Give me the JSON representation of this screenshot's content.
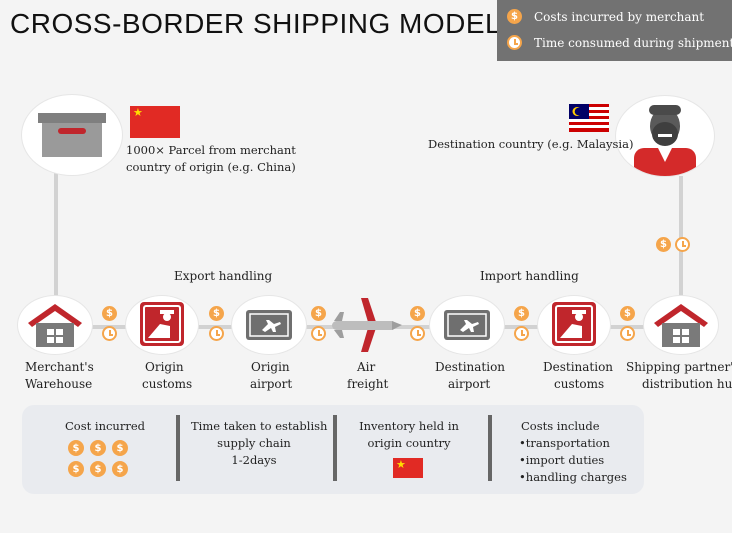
{
  "title": "CROSS-BORDER SHIPPING MODEL",
  "legend": {
    "cost_label": "Costs incurred by merchant",
    "time_label": "Time consumed during shipment"
  },
  "colors": {
    "accent_orange": "#f5a54b",
    "brand_red": "#c0262c",
    "line_gray": "#d2d2d2",
    "legend_bg": "#727272"
  },
  "origin": {
    "line1": "1000× Parcel from merchant",
    "line2": "country of origin (e.g. China)"
  },
  "destination": {
    "label": "Destination country (e.g. Malaysia)"
  },
  "phases": {
    "export": "Export handling",
    "import": "Import  handling"
  },
  "nodes": [
    {
      "line1": "Merchant's",
      "line2": "Warehouse",
      "icon": "warehouse-icon"
    },
    {
      "line1": "Origin",
      "line2": "customs",
      "icon": "customs-icon"
    },
    {
      "line1": "Origin",
      "line2": "airport",
      "icon": "airport-ticket-icon"
    },
    {
      "line1": "Air",
      "line2": "freight",
      "icon": "airplane-icon"
    },
    {
      "line1": "Destination",
      "line2": "airport",
      "icon": "airport-ticket-icon"
    },
    {
      "line1": "Destination",
      "line2": "customs",
      "icon": "customs-icon"
    },
    {
      "line1": "Shipping partner's",
      "line2": "distribution hub",
      "icon": "warehouse-icon"
    }
  ],
  "summary": {
    "cost": {
      "label": "Cost incurred"
    },
    "time": {
      "line1": "Time taken to establish",
      "line2": "supply chain",
      "line3": "1-2days"
    },
    "inventory": {
      "line1": "Inventory held in",
      "line2": "origin country"
    },
    "costs_include": {
      "label": "Costs include",
      "items": [
        "•transportation",
        "•import duties",
        "•handling charges"
      ]
    }
  }
}
